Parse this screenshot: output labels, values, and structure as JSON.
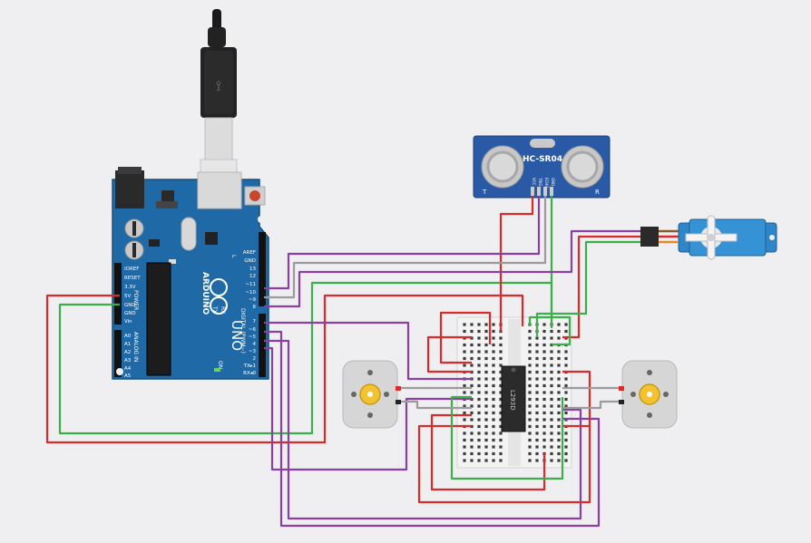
{
  "canvas": {
    "background": "#efeff1"
  },
  "colors": {
    "board": "#1f6aa6",
    "board_dark": "#17507f",
    "sensor": "#2a5aa5",
    "servo": "#2e86c9",
    "breadboard": "#f3f3f3",
    "chip": "#2b2b2b",
    "motor_body": "#d6d6d6",
    "gear": "#f2c232",
    "wire_red": "#d92b2b",
    "wire_green": "#3cae4a",
    "wire_purple": "#8a3fa3",
    "wire_gray": "#9b9b9b"
  },
  "arduino": {
    "logo": "ARDUINO",
    "model": "UNO",
    "on_label": "ON",
    "l_label": "L",
    "tx_label": "TX",
    "rx_label": "RX",
    "power_label": "POWER",
    "analog_label": "ANALOG IN",
    "digital_label": "DIGITAL (PWM~)",
    "power_pins": [
      "IOREF",
      "RESET",
      "3.3V",
      "5V",
      "GND",
      "GND",
      "Vin"
    ],
    "analog_pins": [
      "A0",
      "A1",
      "A2",
      "A3",
      "A4",
      "A5"
    ],
    "digital_pins_top": [
      "AREF",
      "GND",
      "13",
      "12",
      "~11",
      "~10",
      "~9",
      "8"
    ],
    "digital_pins_bottom": [
      "7",
      "~6",
      "~5",
      "4",
      "~3",
      "2",
      "TX▸1",
      "RX◂0"
    ]
  },
  "sensor": {
    "model": "HC-SR04",
    "left_mark": "T",
    "right_mark": "R",
    "pins": [
      "VCC",
      "TRIG",
      "ECHO",
      "GND"
    ]
  },
  "driver_chip": {
    "label": "L293D"
  },
  "motors": [
    {
      "id": "left"
    },
    {
      "id": "right"
    }
  ],
  "servo": {}
}
